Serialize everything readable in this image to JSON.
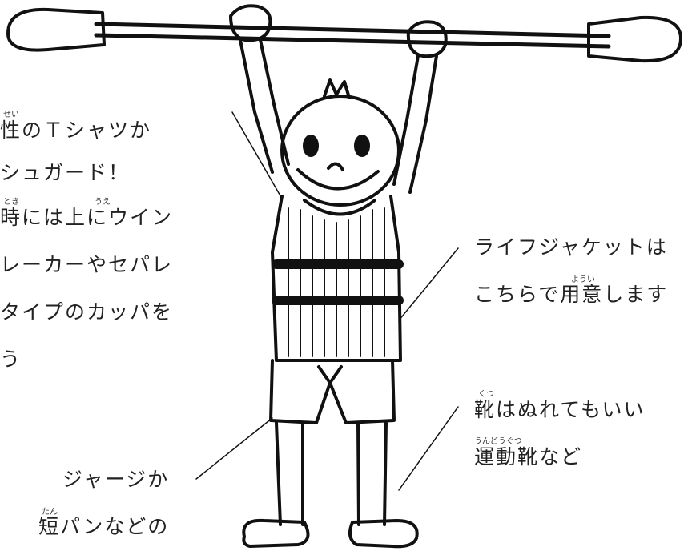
{
  "left_caption": {
    "lines": [
      "性のＴシャツか",
      "シュガード！",
      "時には上にウイン",
      "レーカーやセパレ",
      "タイプのカッパを",
      "う"
    ],
    "ruby": [
      "せい",
      "とき",
      "うえ"
    ]
  },
  "right_caption_1": {
    "lines": [
      "ライフジャケットは",
      "こちらで用意します"
    ],
    "ruby": [
      "ようい"
    ]
  },
  "right_caption_2": {
    "lines": [
      "靴はぬれてもいい",
      "運動靴など"
    ],
    "ruby": [
      "くつ",
      "うんどうぐつ"
    ]
  },
  "bottom_caption": {
    "lines": [
      "ジャージか",
      "短パンなどの"
    ],
    "ruby": [
      "たん"
    ]
  }
}
